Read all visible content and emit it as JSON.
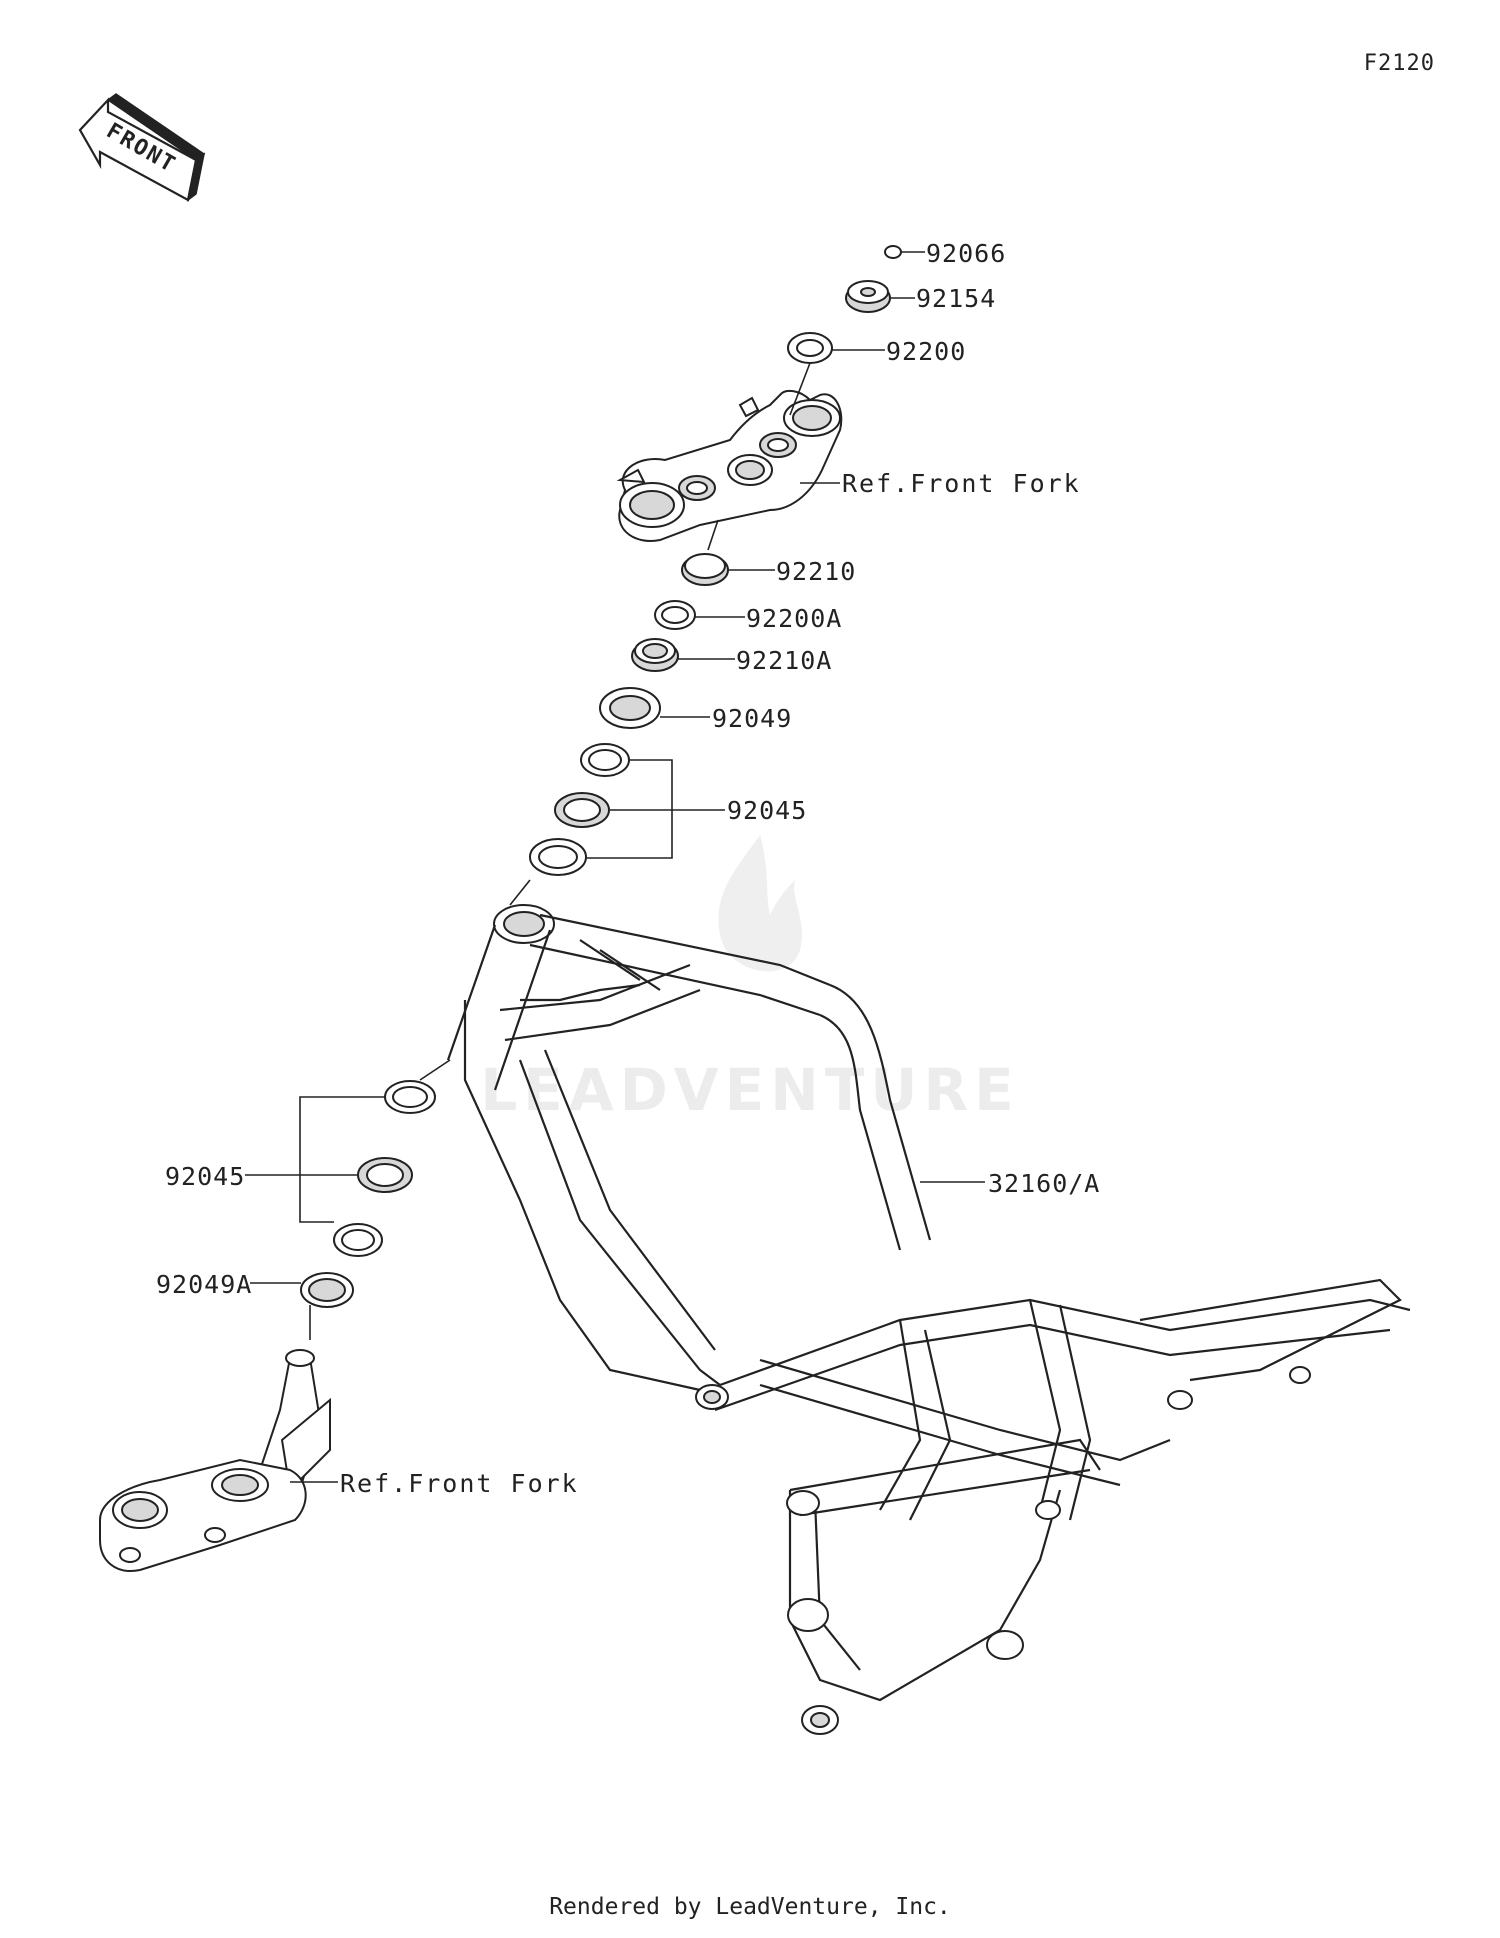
{
  "header": {
    "diagram_code": "F2120"
  },
  "front_arrow": {
    "label": "FRONT"
  },
  "watermark": {
    "text": "LEADVENTURE"
  },
  "callouts": {
    "c92066": "92066",
    "c92154": "92154",
    "c92200": "92200",
    "ref_front_fork_top": "Ref.Front Fork",
    "c92210": "92210",
    "c92200A": "92200A",
    "c92210A": "92210A",
    "c92049": "92049",
    "c92045_upper": "92045",
    "c92045_lower": "92045",
    "c92049A": "92049A",
    "ref_front_fork_bottom": "Ref.Front Fork",
    "c32160A": "32160/A"
  },
  "footer": {
    "text": "Rendered by LeadVenture, Inc."
  },
  "colors": {
    "ink": "#222222",
    "watermark": "#ececec",
    "background": "#ffffff"
  }
}
